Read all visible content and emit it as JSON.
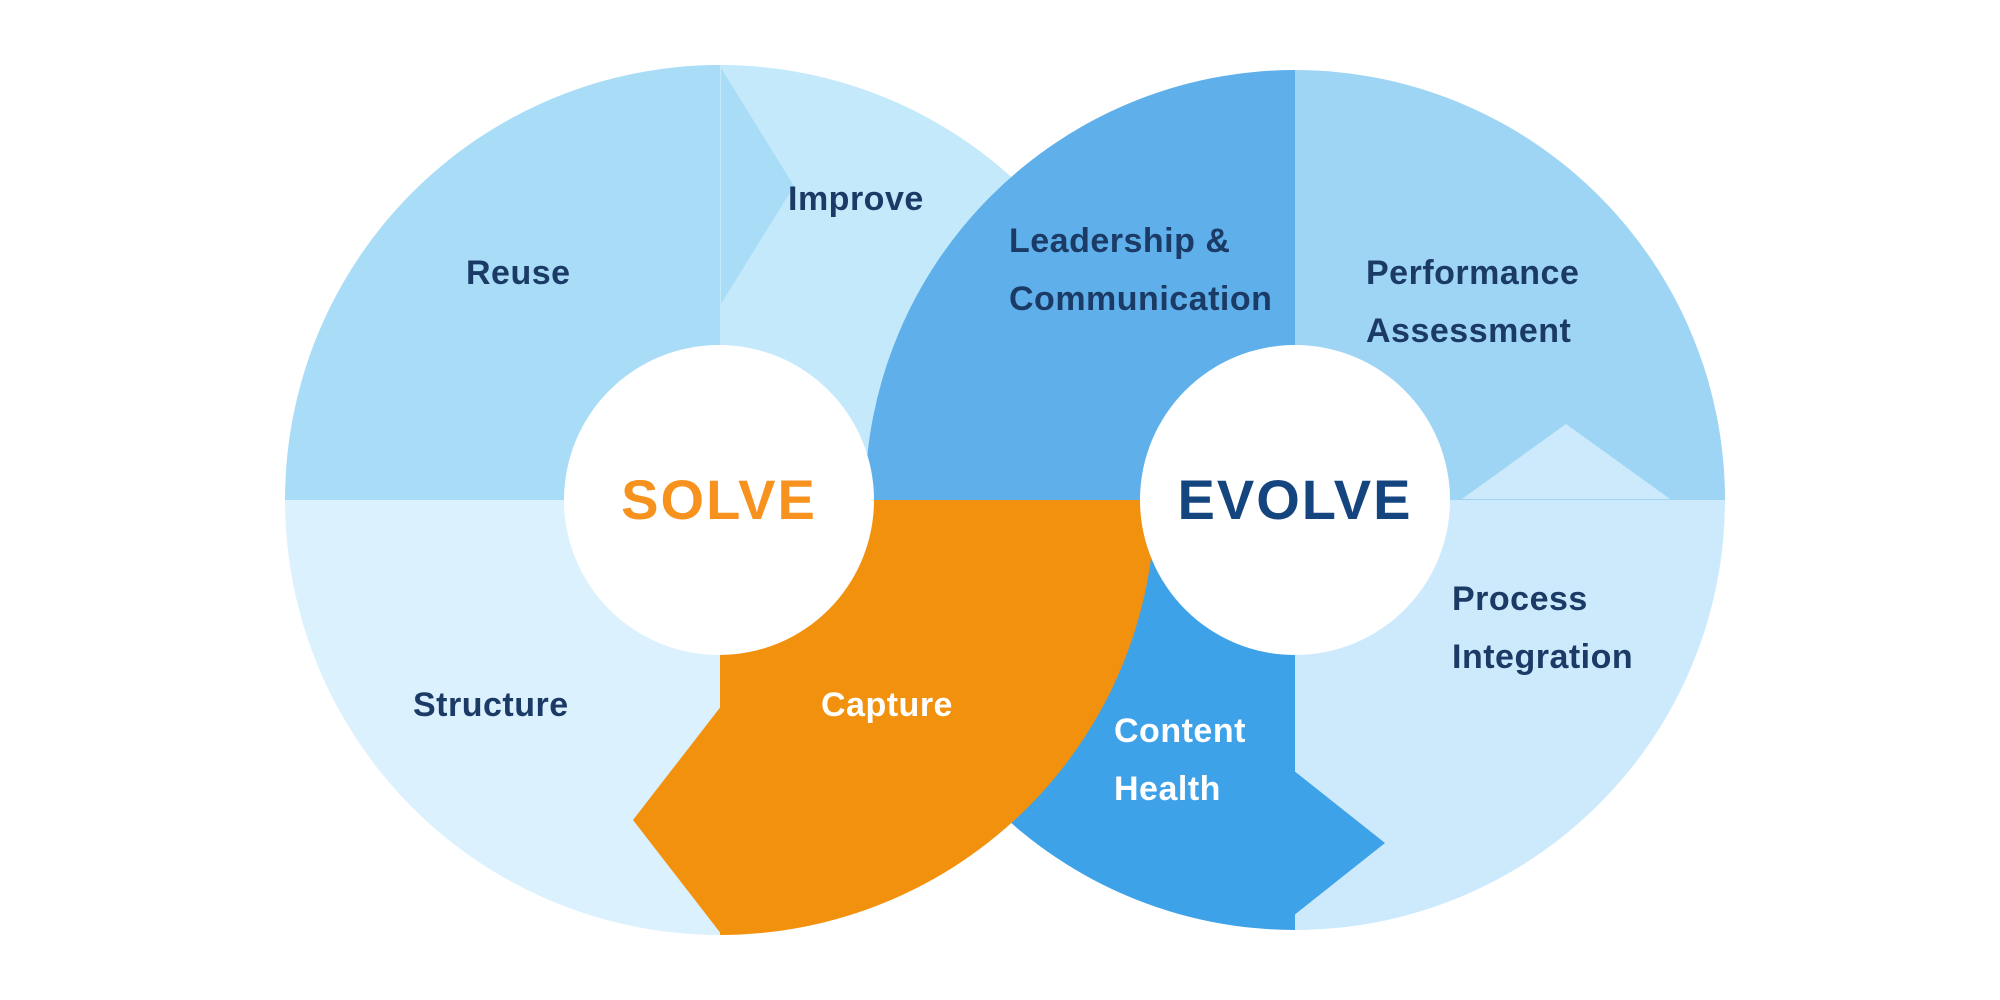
{
  "diagram": {
    "type": "infinity-loop-process-diagram",
    "background": "#FFFFFF",
    "label_color": "#1B3B66",
    "label_color_light": "#FFFFFF",
    "solve": {
      "title": "SOLVE",
      "title_color": "#F6921D",
      "direction": "clockwise",
      "segments": {
        "reuse": {
          "label": "Reuse",
          "color": "#A8DCF7"
        },
        "improve": {
          "label": "Improve",
          "color": "#C4E9FB"
        },
        "structure": {
          "label": "Structure",
          "color": "#DBF1FD"
        },
        "capture": {
          "label": "Capture",
          "color": "#F2910D"
        }
      }
    },
    "evolve": {
      "title": "EVOLVE",
      "title_color": "#15457F",
      "direction": "counterclockwise",
      "segments": {
        "leadership": {
          "label_line1": "Leadership &",
          "label_line2": "Communication",
          "color": "#5FB0EA"
        },
        "performance": {
          "label_line1": "Performance",
          "label_line2": "Assessment",
          "color": "#9ED5F5"
        },
        "process": {
          "label_line1": "Process",
          "label_line2": "Integration",
          "color": "#CDEAFC"
        },
        "content": {
          "label_line1": "Content",
          "label_line2": "Health",
          "color": "#3EA2E8"
        }
      }
    }
  }
}
